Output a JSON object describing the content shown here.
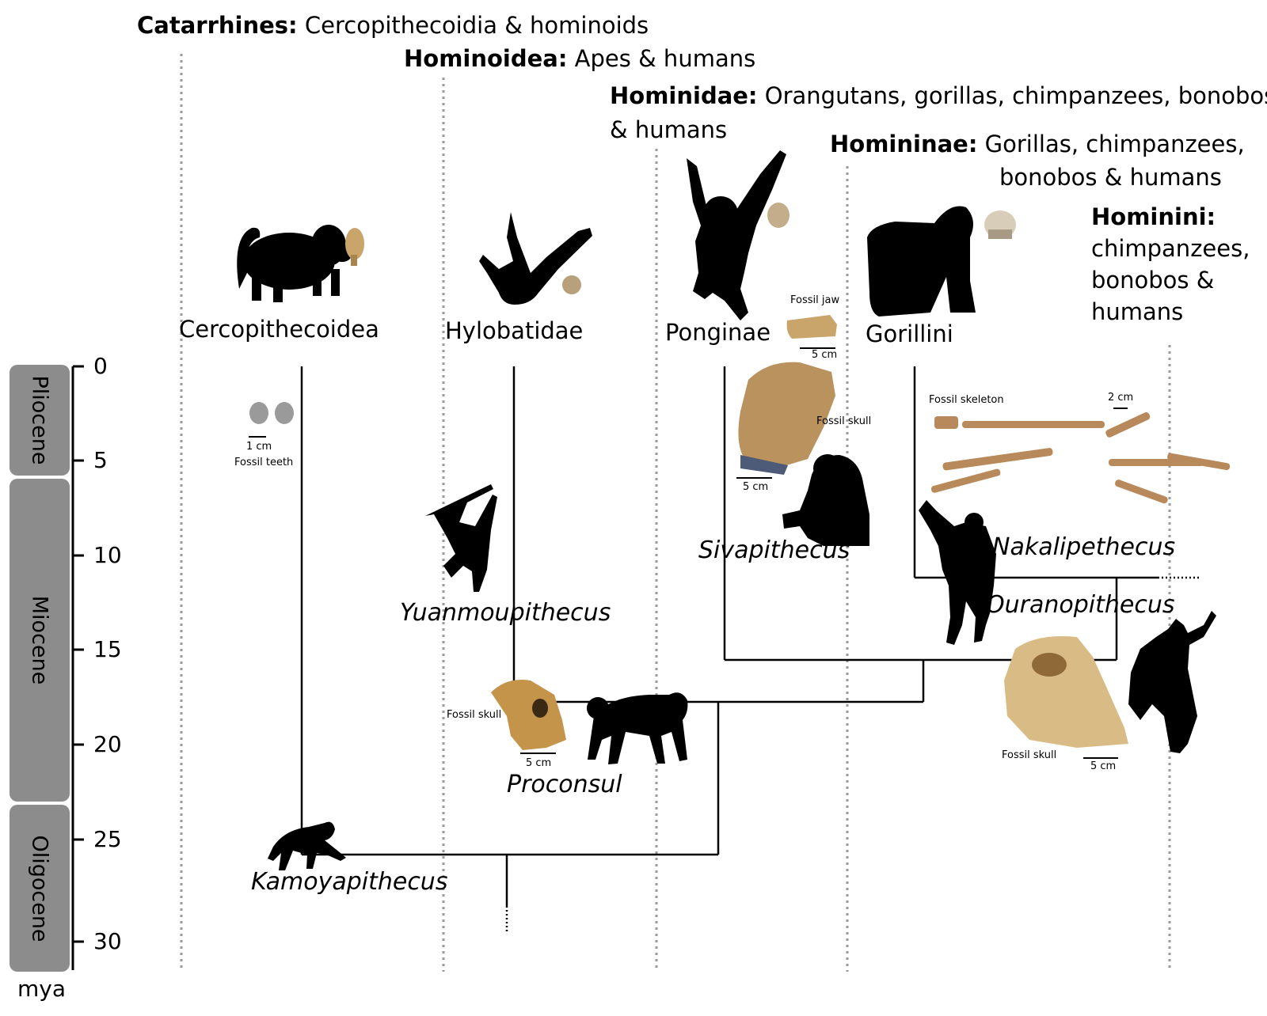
{
  "headers": [
    {
      "bold": "Catarrhines:",
      "text": " Cercopithecoidia & hominoids"
    },
    {
      "bold": "Hominoidea:",
      "text": " Apes & humans"
    },
    {
      "bold": "Hominidae:",
      "text": " Orangutans, gorillas, chimpanzees, bonobos",
      "line2": "& humans"
    },
    {
      "bold": "Homininae:",
      "text": " Gorillas, chimpanzees,",
      "line2": "bonobos & humans"
    },
    {
      "bold": "Hominini:",
      "line2": "chimpanzees,",
      "line3": "bonobos &",
      "line4": "humans"
    }
  ],
  "clades": [
    "Cercopithecoidea",
    "Hylobatidae",
    "Ponginae",
    "Gorillini"
  ],
  "genera": [
    "Yuanmoupithecus",
    "Proconsul",
    "Kamoyapithecus",
    "Sivapithecus",
    "Nakalipethecus",
    "Ouranopithecus"
  ],
  "annotations": {
    "fossil_teeth": "Fossil teeth",
    "fossil_jaw": "Fossil jaw",
    "fossil_skull": "Fossil skull",
    "fossil_skeleton": "Fossil skeleton",
    "scale_1cm": "1 cm",
    "scale_2cm": "2 cm",
    "scale_5cm": "5 cm"
  },
  "axis": {
    "ticks": [
      "0",
      "5",
      "10",
      "15",
      "20",
      "25",
      "30"
    ],
    "unit": "mya"
  },
  "epochs": [
    "Pliocene",
    "Miocene",
    "Oligocene"
  ],
  "colors": {
    "epoch_band": "#8c8c8c",
    "silhouette": "#000000",
    "fossil": "#c9a46b"
  },
  "icons": [
    "baboon-silhouette",
    "gibbon-silhouette",
    "orangutan-silhouette",
    "gorilla-silhouette",
    "chimpanzee-silhouette",
    "skull-icon"
  ]
}
